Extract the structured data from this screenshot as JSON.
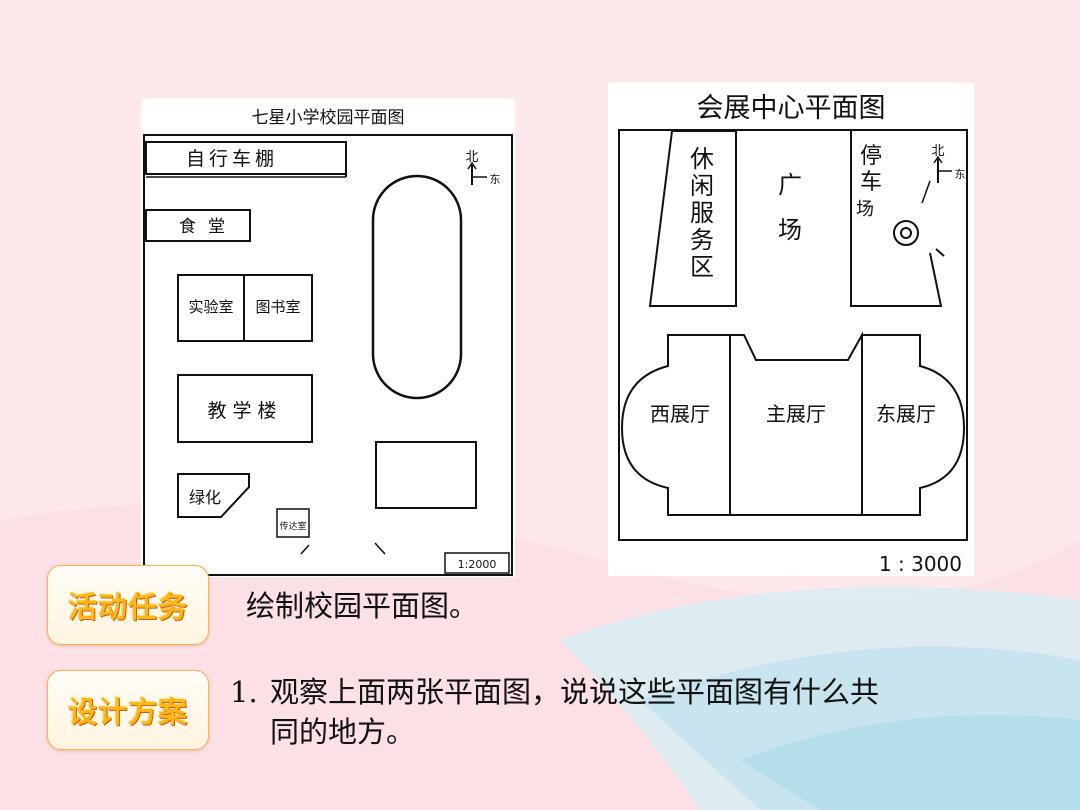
{
  "campus_map": {
    "title": "七星小学校园平面图",
    "north_label": "北",
    "east_label": "东",
    "labels": {
      "bike_shed": "自行车棚",
      "canteen": "食堂",
      "lab": "实验室",
      "library": "图书室",
      "teaching": "教学楼",
      "green": "绿化",
      "guard": "传达室"
    },
    "scale": "1:2000"
  },
  "expo_map": {
    "title": "会展中心平面图",
    "north_label": "北",
    "east_label": "东",
    "labels": {
      "leisure": [
        "休",
        "闲",
        "服",
        "务",
        "区"
      ],
      "plaza": [
        "广",
        "场"
      ],
      "parking": [
        "停",
        "车",
        "场"
      ],
      "west_hall": "西展厅",
      "main_hall": "主展厅",
      "east_hall": "东展厅"
    },
    "scale": "1 : 3000"
  },
  "activity": {
    "badge": "活动任务",
    "text": "绘制校园平面图。"
  },
  "design": {
    "badge": "设计方案",
    "number": "1.",
    "line1": "观察上面两张平面图，说说这些平面图有什么共",
    "line2": "同的地方。"
  },
  "colors": {
    "background": "#fde8ec",
    "badge_text": "#ffb61a",
    "badge_border": "#f3b35a",
    "wave": "#bfe2ee"
  }
}
